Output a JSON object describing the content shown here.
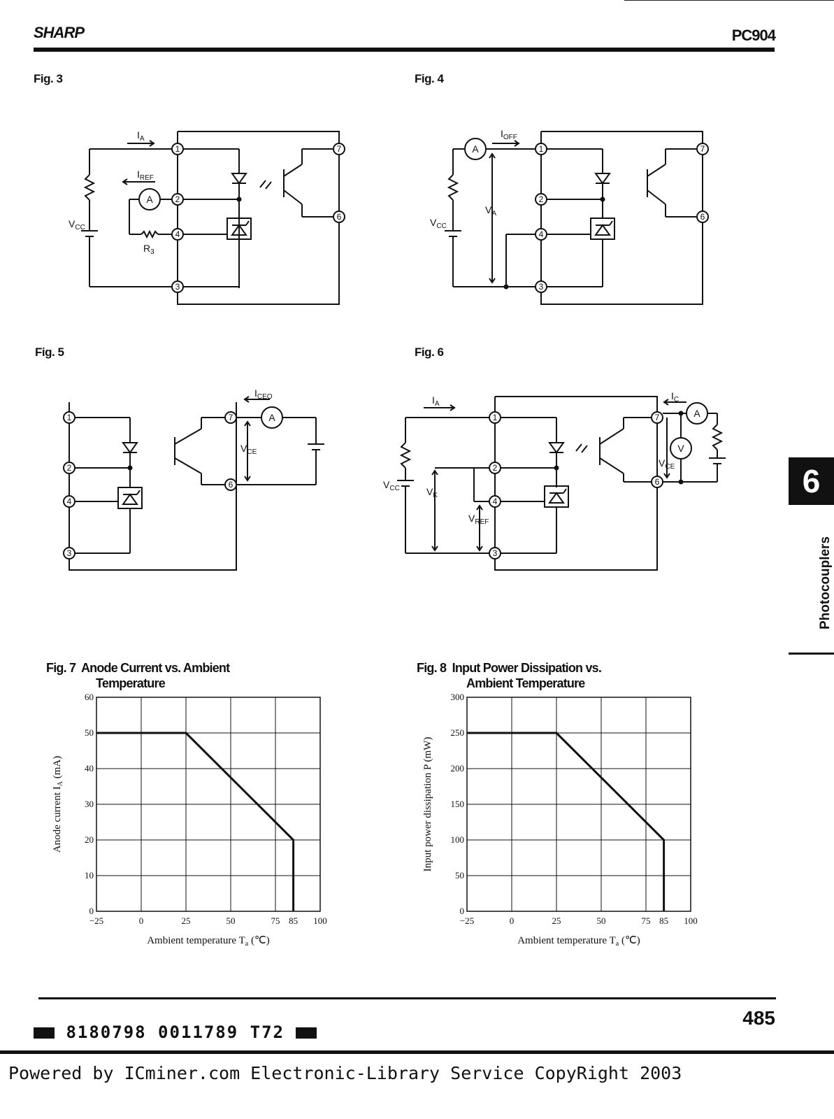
{
  "header": {
    "brand": "SHARP",
    "part": "PC904"
  },
  "figures": {
    "fig3": {
      "label": "Fig. 3"
    },
    "fig4": {
      "label": "Fig. 4"
    },
    "fig5": {
      "label": "Fig. 5"
    },
    "fig6": {
      "label": "Fig. 6"
    }
  },
  "circuit_labels": {
    "fig3": {
      "ia": "I",
      "ia_sub": "A",
      "iref": "I",
      "iref_sub": "REF",
      "vcc": "V",
      "vcc_sub": "CC",
      "r3": "R",
      "r3_sub": "3",
      "ammeter": "A"
    },
    "fig4": {
      "ioff": "I",
      "ioff_sub": "OFF",
      "va": "V",
      "va_sub": "A",
      "vcc": "V",
      "vcc_sub": "CC",
      "ammeter": "A"
    },
    "fig5": {
      "iceo": "I",
      "iceo_sub": "CEO",
      "vce": "V",
      "vce_sub": "CE",
      "ammeter": "A"
    },
    "fig6": {
      "ia": "I",
      "ia_sub": "A",
      "ic": "I",
      "ic_sub": "C",
      "vcc": "V",
      "vcc_sub": "CC",
      "vk": "V",
      "vk_sub": "K",
      "vref": "V",
      "vref_sub": "REF",
      "vce": "V",
      "vce_sub": "CE",
      "ammeter": "A",
      "voltmeter": "V"
    },
    "pins": [
      "1",
      "2",
      "3",
      "4",
      "6",
      "7"
    ]
  },
  "chart_data": [
    {
      "type": "line",
      "fig": "Fig. 7",
      "title_line1": "Anode Current vs. Ambient",
      "title_line2": "Temperature",
      "xlabel": "Ambient temperature T",
      "xlabel_sub": "a",
      "xlabel_unit": "(℃)",
      "ylabel": "Anode current I",
      "ylabel_sub": "A",
      "ylabel_unit": "(mA)",
      "xlim": [
        -25,
        100
      ],
      "ylim": [
        0,
        60
      ],
      "x_ticks": [
        -25,
        0,
        25,
        50,
        75,
        85,
        100
      ],
      "x_tick_labels": [
        "−25",
        "0",
        "25",
        "50",
        "75",
        "85",
        "100"
      ],
      "x_grid": [
        0,
        25,
        50,
        75
      ],
      "y_ticks": [
        0,
        10,
        20,
        30,
        40,
        50,
        60
      ],
      "y_tick_labels": [
        "0",
        "10",
        "20",
        "30",
        "40",
        "50",
        "60"
      ],
      "grid": true,
      "series": [
        {
          "x": [
            -25,
            25,
            85,
            85
          ],
          "y": [
            50,
            50,
            20,
            0
          ]
        }
      ]
    },
    {
      "type": "line",
      "fig": "Fig. 8",
      "title_line1": "Input Power Dissipation vs.",
      "title_line2": "Ambient Temperature",
      "xlabel": "Ambient temperature T",
      "xlabel_sub": "a",
      "xlabel_unit": "(℃)",
      "ylabel": "Input power dissipation P (mW)",
      "xlim": [
        -25,
        100
      ],
      "ylim": [
        0,
        300
      ],
      "x_ticks": [
        -25,
        0,
        25,
        50,
        75,
        85,
        100
      ],
      "x_tick_labels": [
        "−25",
        "0",
        "25",
        "50",
        "75",
        "85",
        "100"
      ],
      "x_grid": [
        0,
        25,
        50,
        75
      ],
      "y_ticks": [
        0,
        50,
        100,
        150,
        200,
        250,
        300
      ],
      "y_tick_labels": [
        "0",
        "50",
        "100",
        "150",
        "200",
        "250",
        "300"
      ],
      "grid": true,
      "series": [
        {
          "x": [
            -25,
            25,
            85,
            85
          ],
          "y": [
            250,
            250,
            100,
            0
          ]
        }
      ]
    }
  ],
  "side_tab": {
    "number": "6",
    "label": "Photocouplers"
  },
  "footer": {
    "page_number": "485",
    "barcode_text": "8180798 0011789 T72",
    "service": "Powered by ICminer.com Electronic-Library Service CopyRight 2003"
  }
}
